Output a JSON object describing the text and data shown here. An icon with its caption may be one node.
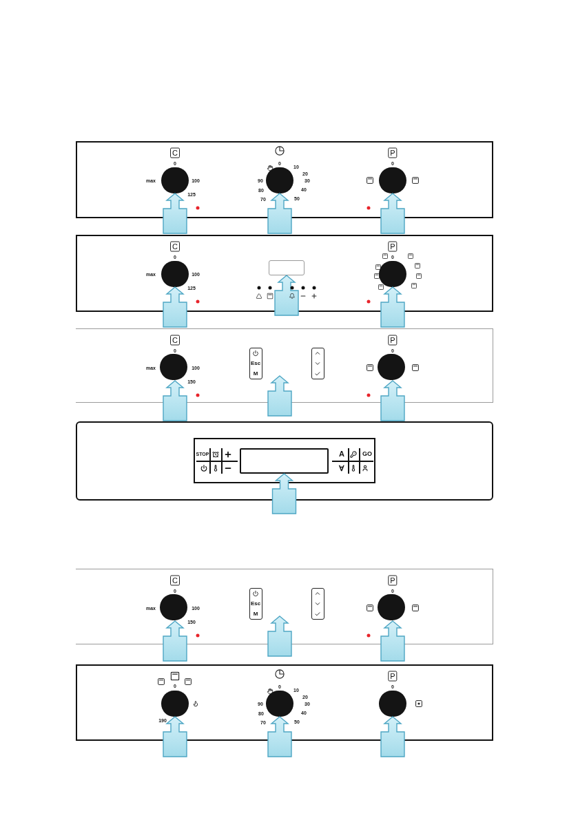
{
  "diagram": {
    "nodes": [
      {
        "text": [],
        "shape": "box"
      },
      {
        "text": [],
        "shape": "circle",
        "in": 0
      },
      {
        "text": [],
        "shape": "circle",
        "in": 0
      },
      {
        "text": [],
        "shape": "circle",
        "in": 0
      },
      {
        "text": [],
        "shape": "box"
      },
      {
        "text": [],
        "shape": "circle",
        "in": 4
      },
      {
        "text": [],
        "shape": "box",
        "in": 4
      },
      {
        "text": [],
        "shape": "circle",
        "in": 4
      },
      {
        "text": [],
        "shape": "box"
      },
      {
        "text": [],
        "shape": "circle",
        "in": 8
      },
      {
        "text": [],
        "shape": "circle",
        "in": 8
      },
      {
        "text": [],
        "shape": "box"
      },
      {
        "text": [],
        "shape": "box",
        "in": 11
      },
      {
        "text": [],
        "shape": "box",
        "in": 12
      },
      {
        "text": [],
        "shape": "box"
      },
      {
        "text": [],
        "shape": "circle",
        "in": 14
      },
      {
        "text": [],
        "shape": "circle",
        "in": 14
      },
      {
        "text": [],
        "shape": "box"
      },
      {
        "text": [],
        "shape": "circle",
        "in": 17
      },
      {
        "text": [],
        "shape": "circle",
        "in": 17
      },
      {
        "text": [],
        "shape": "circle",
        "in": 17
      }
    ],
    "edges": [
      {
        "from": null,
        "to": 1,
        "arrow": "to"
      },
      {
        "from": null,
        "to": 2,
        "arrow": "to"
      },
      {
        "from": null,
        "to": 3,
        "arrow": "to"
      },
      {
        "from": null,
        "to": 5,
        "arrow": "to"
      },
      {
        "from": null,
        "to": 6,
        "arrow": "to"
      },
      {
        "from": null,
        "to": 7,
        "arrow": "to"
      },
      {
        "from": null,
        "to": 9,
        "arrow": "to"
      },
      {
        "from": null,
        "to": 10,
        "arrow": "to"
      },
      {
        "from": null,
        "to": 13,
        "arrow": "to"
      },
      {
        "from": null,
        "to": 15,
        "arrow": "to"
      },
      {
        "from": null,
        "to": 16,
        "arrow": "to"
      },
      {
        "from": null,
        "to": 18,
        "arrow": "to"
      },
      {
        "from": null,
        "to": 19,
        "arrow": "to"
      },
      {
        "from": null,
        "to": 20,
        "arrow": "to"
      }
    ],
    "labels": [
      "C",
      "0",
      "max",
      "100",
      "125",
      "0",
      "10",
      "20",
      "90",
      "30",
      "80",
      "40",
      "70",
      "50",
      "P",
      "0",
      "C",
      "0",
      "max",
      "100",
      "125",
      "P",
      "0",
      "C",
      "0",
      "max",
      "100",
      "150",
      "Esc",
      "M",
      "P",
      "0",
      "STOP",
      "A",
      "GO",
      "∀",
      "C",
      "0",
      "max",
      "100",
      "150",
      "Esc",
      "M",
      "P",
      "0",
      "0",
      "190",
      "0",
      "10",
      "20",
      "90",
      "30",
      "80",
      "40",
      "70",
      "50",
      "P",
      "0"
    ]
  }
}
